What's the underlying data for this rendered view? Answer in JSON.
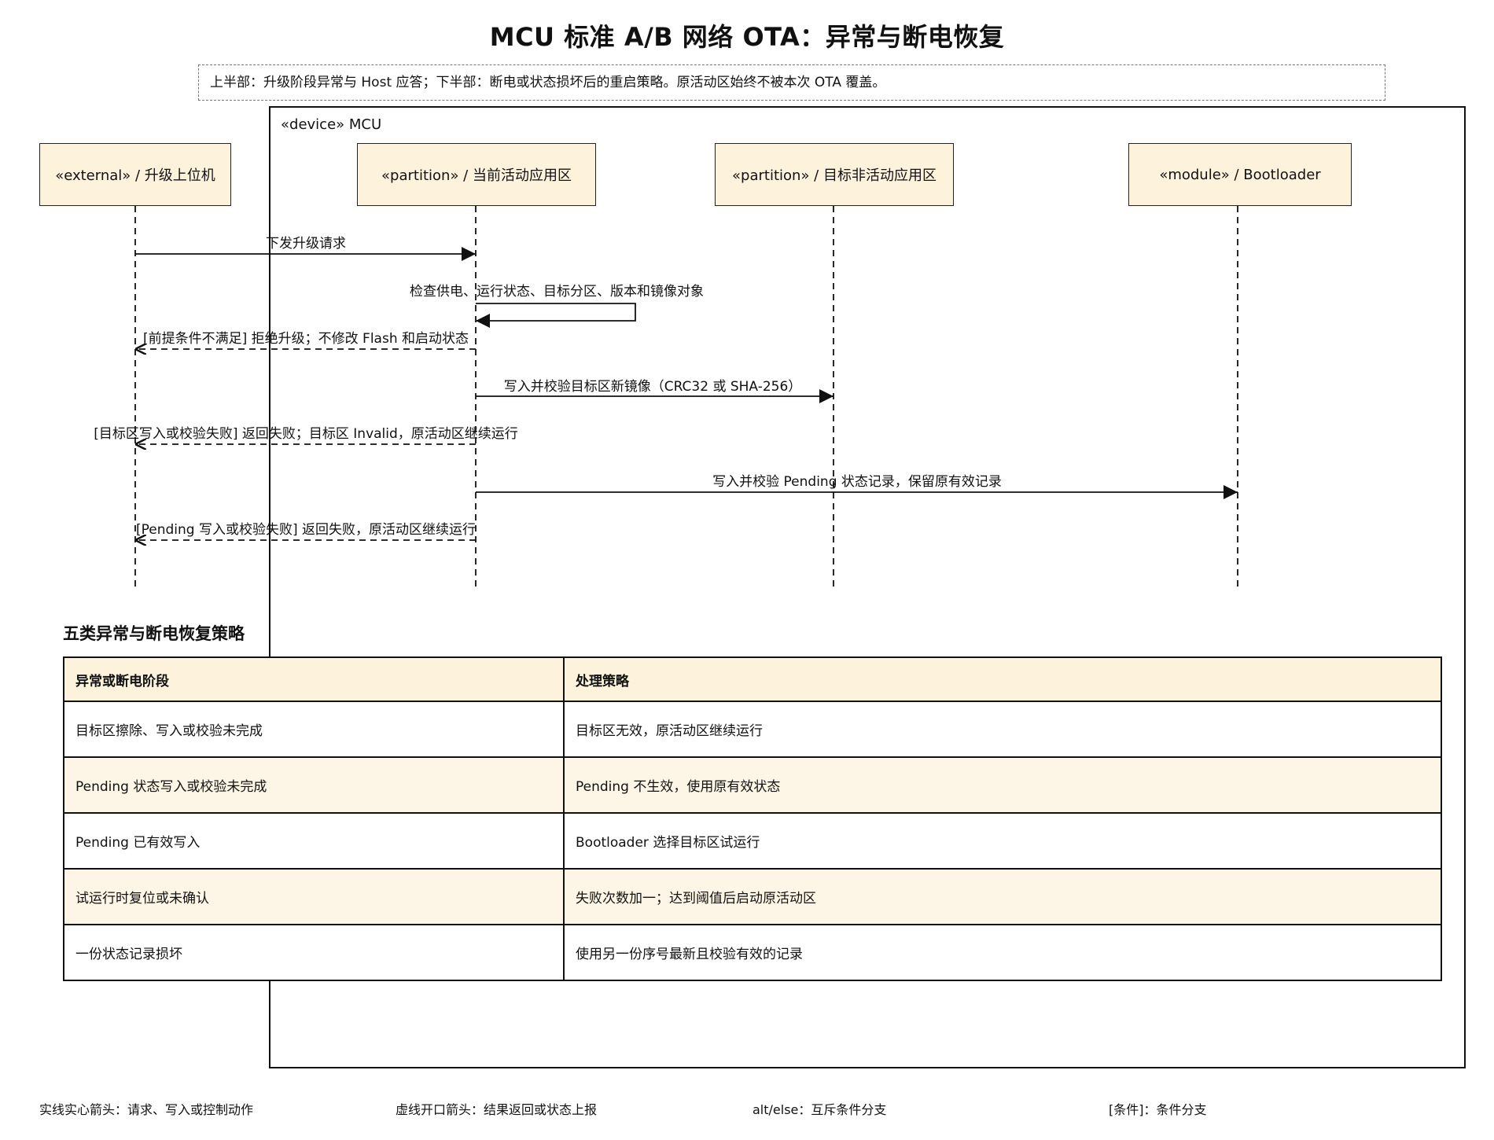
{
  "title": "MCU 标准 A/B 网络 OTA：异常与断电恢复",
  "note": "上半部：升级阶段异常与 Host 应答；下半部：断电或状态损坏后的重启策略。原活动区始终不被本次 OTA 覆盖。",
  "device_label": "«device» MCU",
  "actors": [
    "«external» / 升级上位机",
    "«partition» / 当前活动应用区",
    "«partition» / 目标非活动应用区",
    "«module» / Bootloader"
  ],
  "messages": [
    "下发升级请求",
    "检查供电、运行状态、目标分区、版本和镜像对象",
    "[前提条件不满足] 拒绝升级；不修改 Flash 和启动状态",
    "写入并校验目标区新镜像（CRC32 或 SHA-256）",
    "[目标区写入或校验失败] 返回失败；目标区 Invalid，原活动区继续运行",
    "写入并校验 Pending 状态记录，保留原有效记录",
    "[Pending 写入或校验失败] 返回失败，原活动区继续运行"
  ],
  "table": {
    "title": "五类异常与断电恢复策略",
    "headers": [
      "异常或断电阶段",
      "处理策略"
    ],
    "rows": [
      [
        "目标区擦除、写入或校验未完成",
        "目标区无效，原活动区继续运行"
      ],
      [
        "Pending 状态写入或校验未完成",
        "Pending 不生效，使用原有效状态"
      ],
      [
        "Pending 已有效写入",
        "Bootloader 选择目标区试运行"
      ],
      [
        "试运行时复位或未确认",
        "失败次数加一；达到阈值后启动原活动区"
      ],
      [
        "一份状态记录损坏",
        "使用另一份序号最新且校验有效的记录"
      ]
    ]
  },
  "legend": [
    "实线实心箭头：请求、写入或控制动作",
    "虚线开口箭头：结果返回或状态上报",
    "alt/else：互斥条件分支",
    "[条件]：条件分支"
  ],
  "colors": {
    "actor_fill": "#fdf3dc",
    "row_alt_fill": "#fdf6e6",
    "line": "#111111"
  }
}
